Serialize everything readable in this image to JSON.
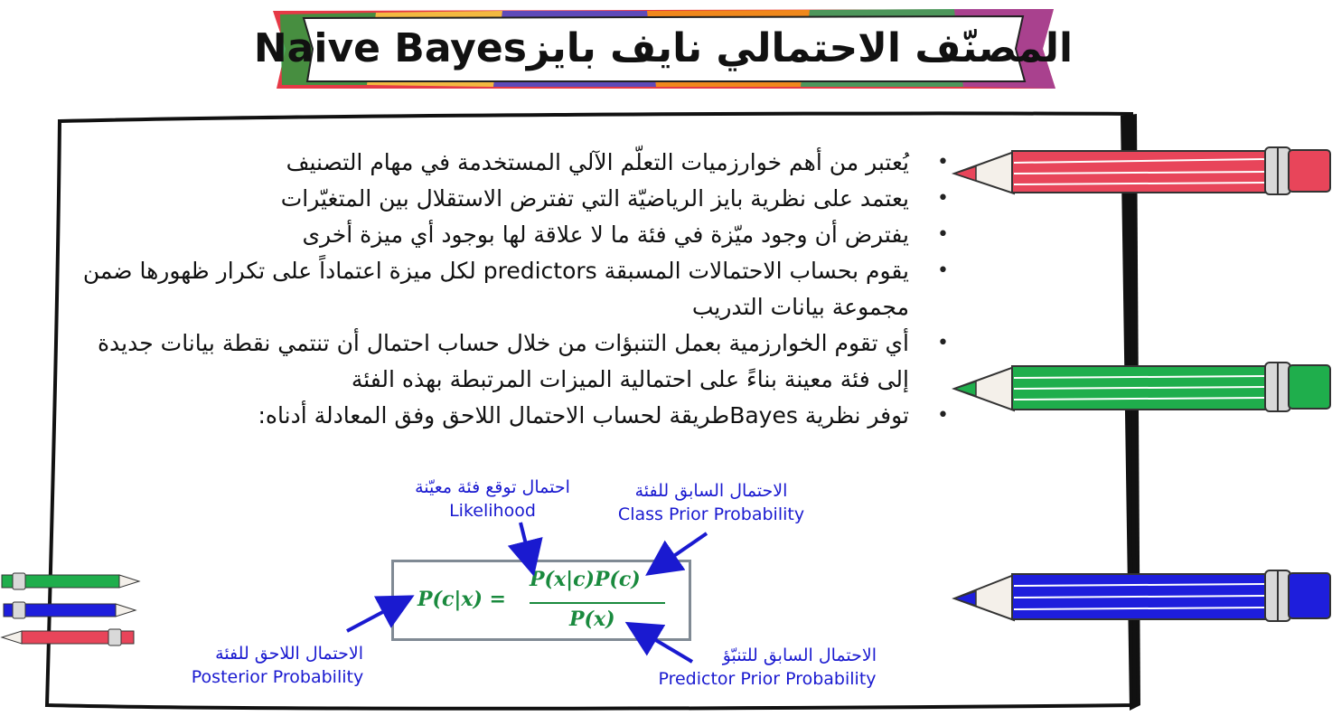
{
  "title": "المصنّف الاحتمالي نايف بايزNaive Bayes",
  "bullets": [
    "يُعتبر من أهم خوارزميات التعلّم الآلي المستخدمة في مهام التصنيف",
    "يعتمد على نظرية بايز الرياضيّة التي تفترض الاستقلال بين المتغيّرات",
    "يفترض أن وجود ميّزة في فئة ما لا علاقة لها بوجود أي ميزة أخرى",
    "يقوم بحساب الاحتمالات المسبقة predictors لكل ميزة اعتماداً على تكرار ظهورها ضمن مجموعة بيانات التدريب",
    "أي تقوم الخوارزمية بعمل التنبؤات من خلال حساب احتمال أن تنتمي نقطة بيانات جديدة إلى فئة معينة بناءً على احتمالية الميزات المرتبطة بهذه الفئة",
    "توفر نظرية  Bayesطريقة لحساب الاحتمال اللاحق وفق المعادلة أدناه:"
  ],
  "formula": {
    "lhs": "P(c|x) =",
    "numerator": "P(x|c)P(c)",
    "denominator": "P(x)"
  },
  "labels": {
    "likelihood": {
      "ar": "احتمال توقع فئة معيّنة",
      "en": "Likelihood"
    },
    "class_prior": {
      "ar": "الاحتمال السابق للفئة",
      "en": "Class Prior Probability"
    },
    "posterior": {
      "ar": "الاحتمال اللاحق للفئة",
      "en": "Posterior Probability"
    },
    "predictor_prior": {
      "ar": "الاحتمال السابق للتنبّؤ",
      "en": "Predictor Prior Probability"
    }
  },
  "colors": {
    "label_blue": "#1a1ad0",
    "formula_green": "#1a8a3e",
    "pencil_red": "#e8455a",
    "pencil_green": "#1fae4c",
    "pencil_blue": "#1e1edc"
  }
}
